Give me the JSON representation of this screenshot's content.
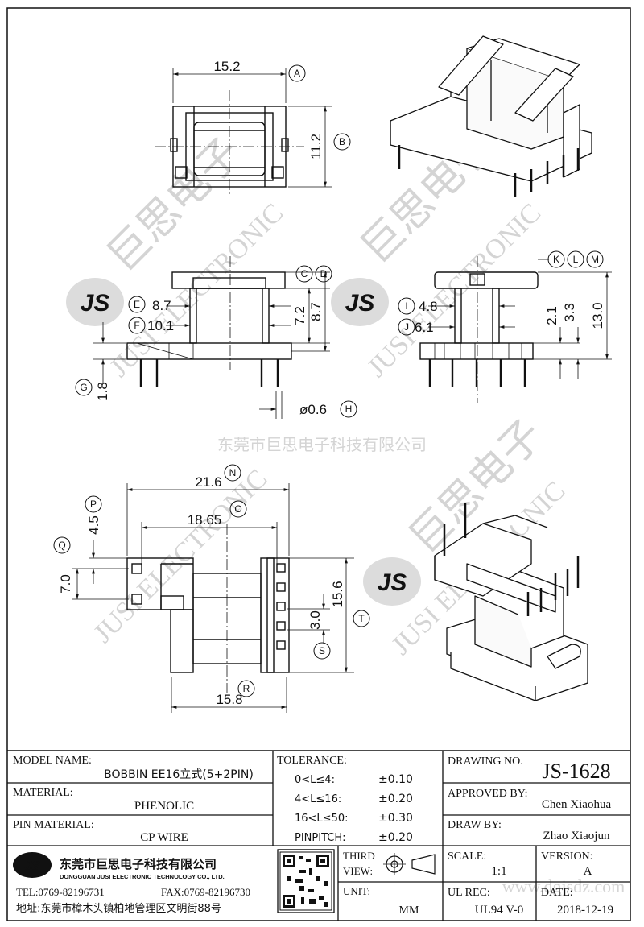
{
  "drawing": {
    "view_top": {
      "width": "15.2",
      "height": "11.2",
      "tag_a": "A",
      "tag_b": "B"
    },
    "view_front": {
      "tag_c": "C",
      "tag_d": "D",
      "dim_e": "8.7",
      "tag_e": "E",
      "dim_f": "10.1",
      "tag_f": "F",
      "dim_cd_1": "7.2",
      "dim_cd_2": "8.7",
      "dim_g": "1.8",
      "tag_g": "G",
      "dim_h": "ø0.6",
      "tag_h": "H"
    },
    "view_side": {
      "tag_k": "K",
      "tag_l": "L",
      "tag_m": "M",
      "dim_i": "4.8",
      "tag_i": "I",
      "dim_j": "6.1",
      "tag_j": "J",
      "dim_k": "2.1",
      "dim_l": "3.3",
      "dim_m": "13.0"
    },
    "view_bottom": {
      "dim_n": "21.6",
      "tag_n": "N",
      "dim_o": "18.65",
      "tag_o": "O",
      "dim_p": "4.5",
      "tag_p": "P",
      "dim_q": "7.0",
      "tag_q": "Q",
      "dim_r": "15.8",
      "tag_r": "R",
      "dim_s": "3.0",
      "tag_s": "S",
      "dim_t": "15.6",
      "tag_t": "T"
    },
    "watermark": {
      "company_cn": "东莞市巨思电子科技有限公司",
      "logo": "JS",
      "en": "JUSI ELECTRONIC",
      "cn_a": "巨思电子",
      "cn_b": "巨思电子",
      "cn_c": "巨思电子",
      "url": "www.dgjsdz.com"
    }
  },
  "title_block": {
    "model_name_label": "MODEL NAME:",
    "model_name_value": "BOBBIN EE16立式(5+2PIN)",
    "material_label": "MATERIAL:",
    "material_value": "PHENOLIC",
    "pin_material_label": "PIN MATERIAL:",
    "pin_material_value": "CP WIRE",
    "tolerance_label": "TOLERANCE:",
    "tolerance_rows": [
      {
        "range": "0<L≤4:",
        "value": "±0.10"
      },
      {
        "range": "4<L≤16:",
        "value": "±0.20"
      },
      {
        "range": "16<L≤50:",
        "value": "±0.30"
      },
      {
        "range": "PINPITCH:",
        "value": "±0.20"
      }
    ],
    "drawing_no_label": "DRAWING NO.",
    "drawing_no_value": "JS-1628",
    "approved_by_label": "APPROVED BY:",
    "approved_by_value": "Chen Xiaohua",
    "draw_by_label": "DRAW BY:",
    "draw_by_value": "Zhao Xiaojun",
    "company_logo": "JS",
    "company_cn": "东莞市巨思电子科技有限公司",
    "company_en": "DONGGUAN JUSI ELECTRONIC TECHNOLOGY CO., LTD.",
    "tel": "TEL:0769-82196731",
    "fax": "FAX:0769-82196730",
    "address": "地址:东莞市樟木头镇柏地管理区文明街88号",
    "third_view_label_1": "THIRD",
    "third_view_label_2": "VIEW:",
    "unit_label": "UNIT:",
    "unit_value": "MM",
    "scale_label": "SCALE:",
    "scale_value": "1:1",
    "version_label": "VERSION:",
    "version_value": "A",
    "ul_rec_label": "UL REC:",
    "ul_rec_value": "UL94 V-0",
    "date_label": "DATE:",
    "date_value": "2018-12-19"
  }
}
